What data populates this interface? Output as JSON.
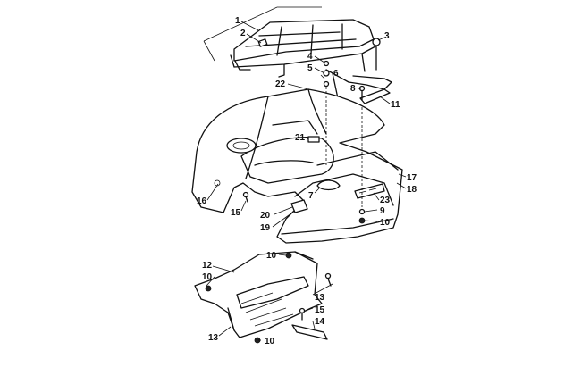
{
  "diagram": {
    "callouts": [
      "1",
      "2",
      "3",
      "4",
      "5",
      "6",
      "8",
      "22",
      "11",
      "21",
      "17",
      "18",
      "7",
      "23",
      "9",
      "10",
      "16",
      "15",
      "20",
      "19",
      "10",
      "12",
      "10",
      "13",
      "15",
      "14",
      "13",
      "10"
    ]
  }
}
